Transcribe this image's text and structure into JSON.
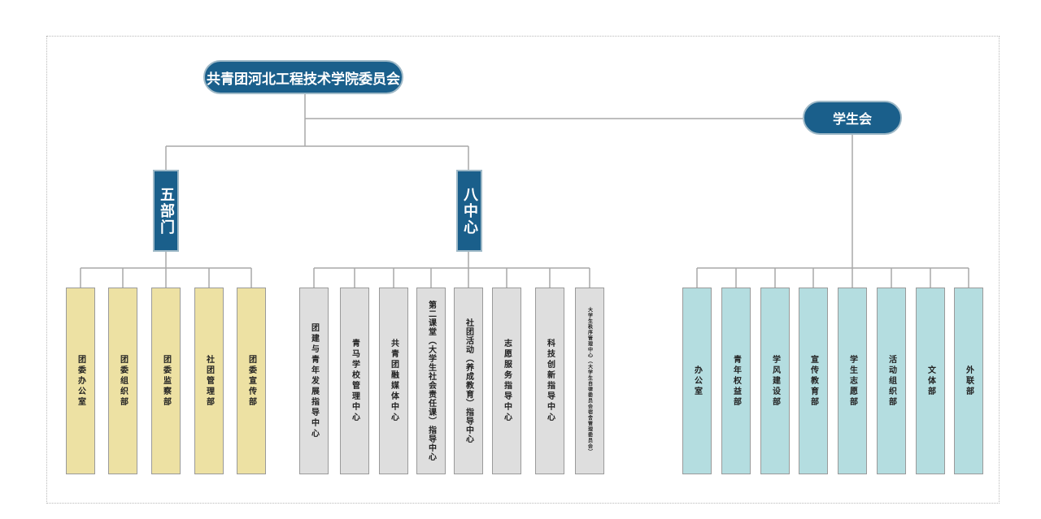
{
  "root": {
    "label": "共青团河北工程技术学院委员会"
  },
  "student_union": {
    "label": "学生会"
  },
  "branches": {
    "wubumen": "五部门",
    "bazhongxin": "八中心"
  },
  "wubumen_items": [
    "团委办公室",
    "团委组织部",
    "团委监察部",
    "社团管理部",
    "团委宣传部"
  ],
  "bazhongxin_items": [
    "团建与青年发展指导中心",
    "青马学校管理中心",
    "共青团融媒体中心",
    "第二课堂（大学生社会责任课）指导中心",
    "社团活动（养成教育）指导中心",
    "志愿服务指导中心",
    "科技创新指导中心",
    "大学生秩序管理中心（大学生自律委员会宿舍管理委员会）"
  ],
  "student_union_items": [
    "办公室",
    "青年权益部",
    "学风建设部",
    "宣传教育部",
    "学生志愿部",
    "活动组织部",
    "文体部",
    "外联部"
  ],
  "colors": {
    "primary": "#1a5f8b",
    "wubumen_fill": "#ede1a3",
    "bazhongxin_fill": "#dedede",
    "student_union_fill": "#b4dde0",
    "connector": "#a8a8a8"
  }
}
